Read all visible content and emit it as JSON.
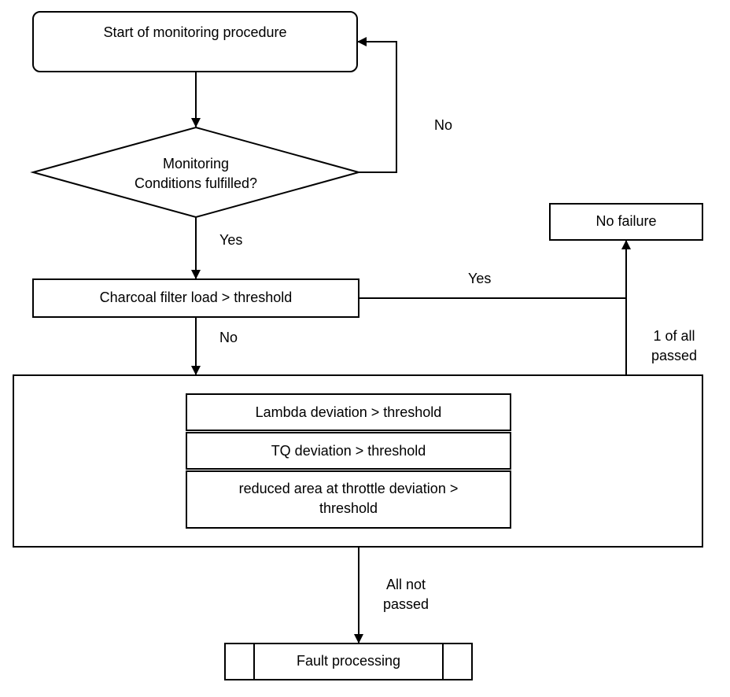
{
  "nodes": {
    "start": "Start of monitoring procedure",
    "decision_line1": "Monitoring",
    "decision_line2": "Conditions fulfilled?",
    "charcoal": "Charcoal filter load > threshold",
    "no_failure": "No failure",
    "lambda": "Lambda deviation > threshold",
    "tq": "TQ deviation > threshold",
    "reduced_area_line1": "reduced area at throttle deviation >",
    "reduced_area_line2": "threshold",
    "fault": "Fault processing"
  },
  "edges": {
    "decision_no": "No",
    "decision_yes": "Yes",
    "charcoal_yes": "Yes",
    "charcoal_no": "No",
    "one_passed_line1": "1 of all",
    "one_passed_line2": "passed",
    "all_not_passed_line1": "All not",
    "all_not_passed_line2": "passed"
  }
}
